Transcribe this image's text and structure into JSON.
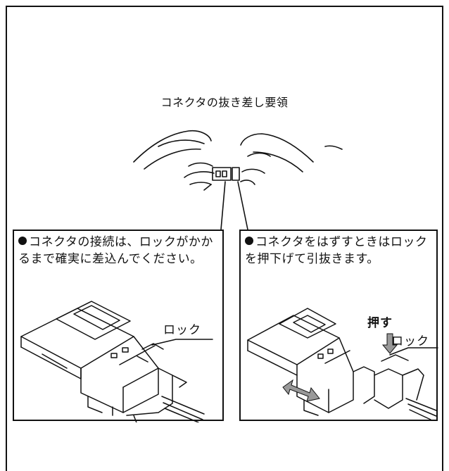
{
  "title": "コネクタの抜き差し要領",
  "left_panel": {
    "instruction": "コネクタの接続は、ロックがかかるまで確実に差込んでください。",
    "lock_label": "ロック"
  },
  "right_panel": {
    "instruction": "コネクタをはずすときはロックを押下げて引抜きます。",
    "push_label": "押す",
    "lock_label": "ロック"
  }
}
